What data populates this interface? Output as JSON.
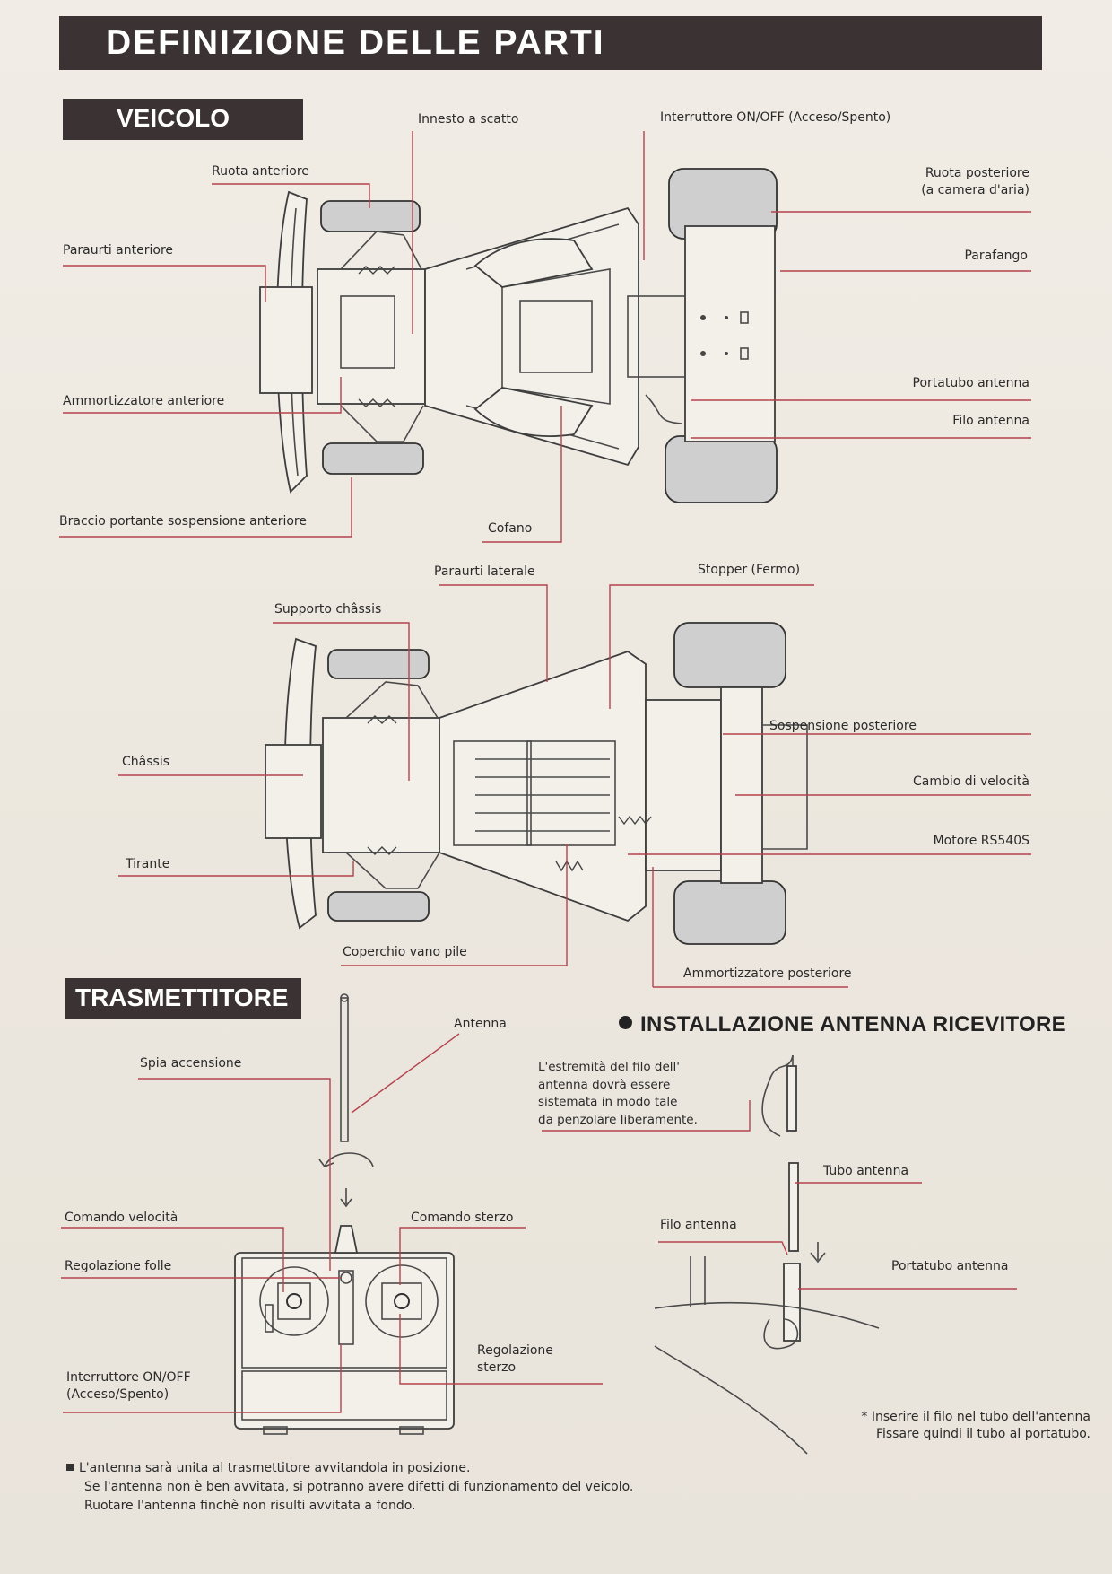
{
  "page": {
    "title": "DEFINIZIONE DELLE PARTI"
  },
  "veicolo": {
    "heading": "VEICOLO",
    "top_view_labels": {
      "innesto": "Innesto a scatto",
      "interruttore": "Interruttore ON/OFF (Acceso/Spento)",
      "ruota_anteriore": "Ruota anteriore",
      "ruota_posteriore_1": "Ruota posteriore",
      "ruota_posteriore_2": "(a camera d'aria)",
      "paraurti_anteriore": "Paraurti anteriore",
      "parafango": "Parafango",
      "portatubo": "Portatubo antenna",
      "ammortizzatore_anteriore": "Ammortizzatore anteriore",
      "filo_antenna": "Filo antenna",
      "braccio": "Braccio portante sospensione anteriore",
      "cofano": "Cofano"
    },
    "bottom_view_labels": {
      "paraurti_laterale": "Paraurti laterale",
      "stopper": "Stopper (Fermo)",
      "supporto": "Supporto châssis",
      "sospensione": "Sospensione posteriore",
      "chassis": "Châssis",
      "cambio": "Cambio di velocità",
      "motore": "Motore RS540S",
      "tirante": "Tirante",
      "coperchio": "Coperchio vano pile",
      "ammortizzatore_posteriore": "Ammortizzatore posteriore"
    }
  },
  "trasmettitore": {
    "heading": "TRASMETTITORE",
    "labels": {
      "antenna": "Antenna",
      "spia": "Spia accensione",
      "comando_velocita": "Comando velocità",
      "comando_sterzo": "Comando sterzo",
      "regolazione_folle": "Regolazione folle",
      "regolazione_sterzo_1": "Regolazione",
      "regolazione_sterzo_2": "sterzo",
      "interruttore_1": "Interruttore ON/OFF",
      "interruttore_2": "(Acceso/Spento)"
    },
    "notes": [
      "L'antenna sarà unita al trasmettitore avvitandola in posizione.",
      "Se l'antenna non è ben avvitata, si potranno avere difetti di funzionamento del veicolo.",
      "Ruotare l'antenna finchè non risulti avvitata a fondo."
    ]
  },
  "installazione": {
    "heading": "INSTALLAZIONE ANTENNA RICEVITORE",
    "description": [
      "L'estremità del filo dell'",
      "antenna dovrà essere",
      "sistemata in modo tale",
      "da penzolare liberamente."
    ],
    "labels": {
      "tubo": "Tubo antenna",
      "filo": "Filo antenna",
      "portatubo": "Portatubo antenna"
    },
    "footnote": [
      "Inserire il filo nel tubo dell'antenna",
      "Fissare quindi il tubo al portatubo."
    ]
  },
  "colors": {
    "leader_line": "#b4434d",
    "banner": "#3b3333",
    "paper": "#efebe3"
  }
}
